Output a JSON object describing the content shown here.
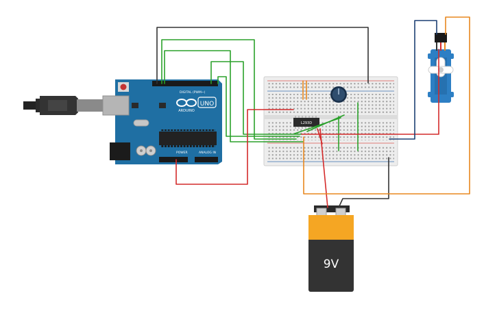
{
  "arduino": {
    "brand": "ARDUINO",
    "model": "UNO",
    "digital_label": "DIGITAL (PWM~)",
    "power_label": "POWER",
    "analog_label": "ANALOG IN"
  },
  "driver_chip": {
    "label": "L293D"
  },
  "battery": {
    "voltage_label": "9V"
  },
  "colors": {
    "board_blue": "#1f6fa3",
    "wire_black": "#333333",
    "wire_green": "#2aa12a",
    "wire_red": "#d42a2a",
    "wire_orange": "#e8871e",
    "wire_navy": "#1c3f73",
    "servo_blue": "#2d7fc4",
    "battery_orange": "#f5a623",
    "battery_dark": "#333333",
    "breadboard": "#ededed"
  }
}
